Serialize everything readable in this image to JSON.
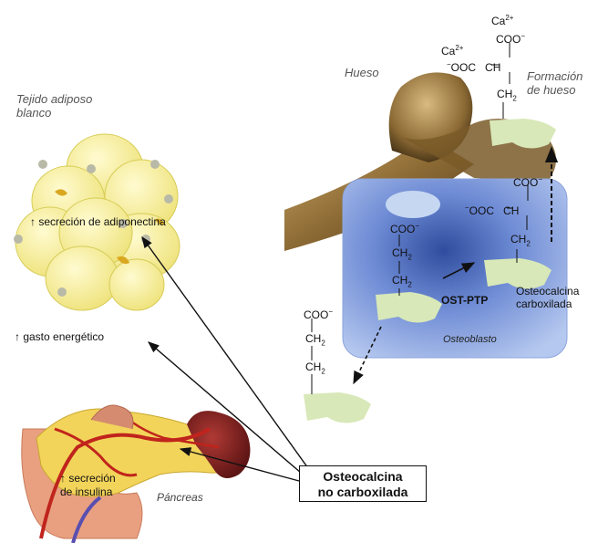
{
  "labels": {
    "adipose": [
      "Tejido adiposo",
      "blanco"
    ],
    "adiponectin": "↑ secreción de adiponectina",
    "energy": "↑ gasto energético",
    "insulin": [
      "↑ secreción",
      "de insulina"
    ],
    "pancreas": "Páncreas",
    "bone": "Hueso",
    "bone_formation": [
      "Formación",
      "de hueso"
    ],
    "osteoblast": "Osteoblasto",
    "ost_ptp": "OST-PTP",
    "carboxylated": [
      "Osteocalcina",
      "carboxilada"
    ],
    "uncarboxylated": [
      "Osteocalcina",
      "no carboxilada"
    ]
  },
  "chem": {
    "ca": "Ca",
    "ca_charge": "2+",
    "coo": "COO",
    "minus": "−",
    "ooc": "OOC",
    "ch": "CH",
    "ch2": "CH",
    "sub2": "2"
  },
  "colors": {
    "fat": "#f6f08a",
    "fat_edge": "#d6cc55",
    "bone": "#8a6a33",
    "osteoblast": "#8fa9e0",
    "protein": "#d8e8b8",
    "vessel": "#c0241c",
    "pancreas": "#f2d45a",
    "arrow": "#111111"
  }
}
